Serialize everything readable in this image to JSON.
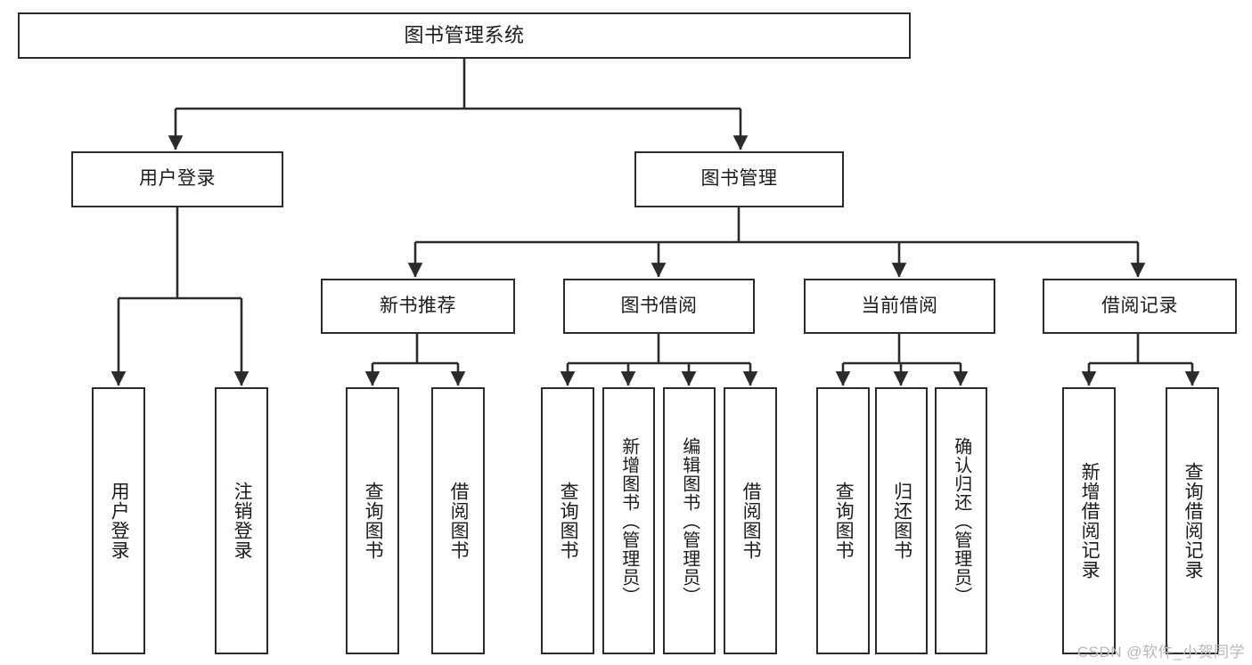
{
  "diagram": {
    "title": "图书管理系统",
    "type": "tree-hierarchy-diagram",
    "colors": {
      "box_border": "#2b2b2b",
      "box_fill": "#ffffff",
      "connector": "#2b2b2b",
      "text": "#1b1b1b",
      "watermark": "#b9b9b9",
      "background": "#ffffff"
    },
    "root": {
      "label": "图书管理系统"
    },
    "level2": [
      {
        "label": "用户登录"
      },
      {
        "label": "图书管理"
      }
    ],
    "level3": [
      {
        "label": "新书推荐"
      },
      {
        "label": "图书借阅"
      },
      {
        "label": "当前借阅"
      },
      {
        "label": "借阅记录"
      }
    ],
    "leaves": {
      "user_login": [
        {
          "label": "用户登录"
        },
        {
          "label": "注销登录"
        }
      ],
      "new_book_recommend": [
        {
          "label": "查询图书"
        },
        {
          "label": "借阅图书"
        }
      ],
      "book_borrow": [
        {
          "label": "查询图书"
        },
        {
          "label": "新增图书（管理员）"
        },
        {
          "label": "编辑图书（管理员）"
        },
        {
          "label": "借阅图书"
        }
      ],
      "current_borrow": [
        {
          "label": "查询图书"
        },
        {
          "label": "归还图书"
        },
        {
          "label": "确认归还（管理员）"
        }
      ],
      "borrow_record": [
        {
          "label": "新增借阅记录"
        },
        {
          "label": "查询借阅记录"
        }
      ]
    }
  },
  "watermark": {
    "text": "CSDN @软件_小贺同学"
  }
}
